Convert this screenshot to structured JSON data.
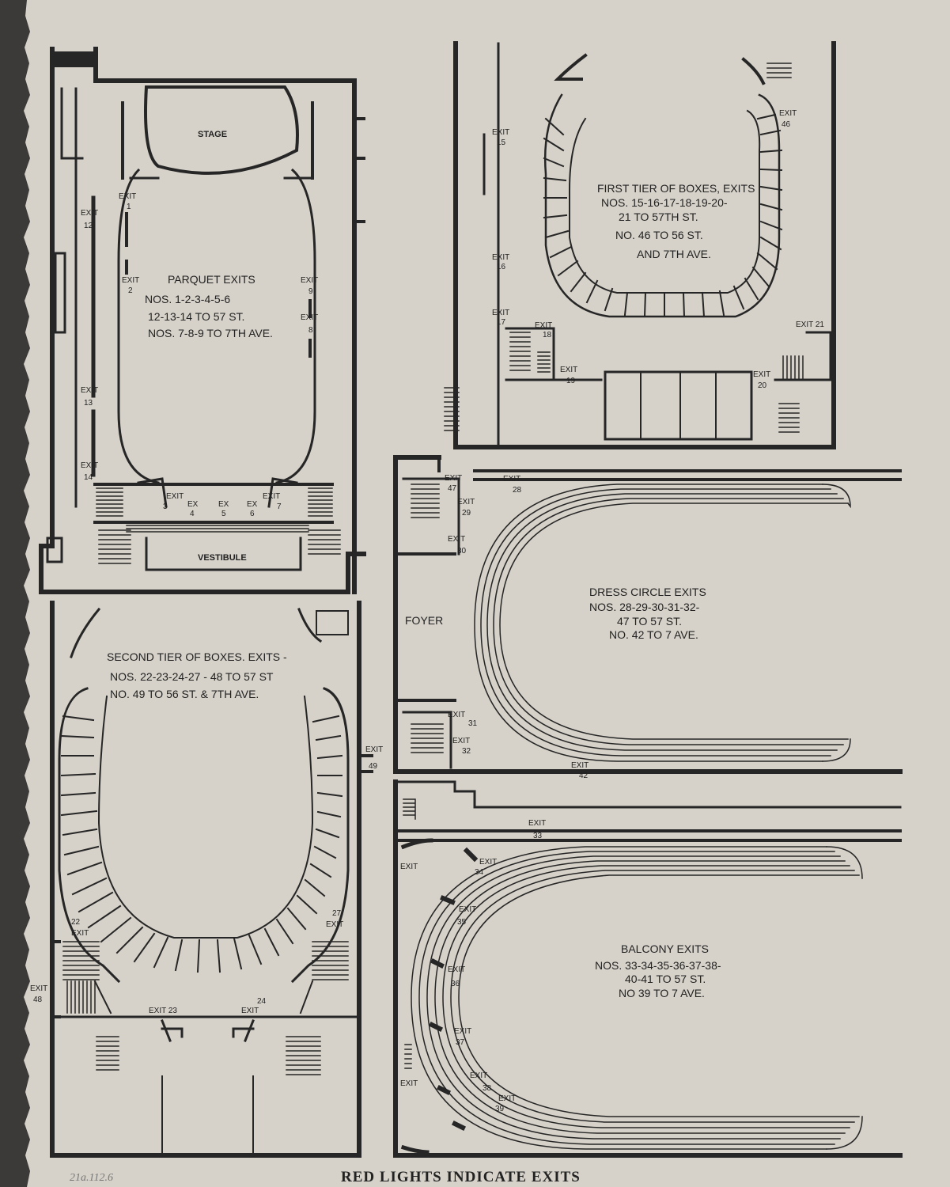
{
  "colors": {
    "paper": "#d6d2c9",
    "ink": "#262626",
    "background": "#3c3a38",
    "pencil": "#7a7a7a"
  },
  "footer": "RED LIGHTS INDICATE EXITS",
  "pencil_note": "21a.112.6",
  "parquet": {
    "stage": "STAGE",
    "vestibule": "VESTIBULE",
    "caption": [
      "PARQUET EXITS",
      "NOS. 1-2-3-4-5-6",
      "12-13-14 TO 57 ST.",
      "NOS. 7-8-9 TO 7TH AVE."
    ],
    "exits": {
      "e1": [
        "EXIT",
        "1"
      ],
      "e2": [
        "EXIT",
        "2"
      ],
      "e12": [
        "EXIT",
        "12"
      ],
      "e13": [
        "EXIT",
        "13"
      ],
      "e14": [
        "EXIT",
        "14"
      ],
      "e9": [
        "EXIT",
        "9"
      ],
      "e8": [
        "EXIT",
        "8"
      ],
      "e3": [
        "EXIT",
        "3"
      ],
      "e4": [
        "EX",
        "4"
      ],
      "e5": [
        "EX",
        "5"
      ],
      "e6": [
        "EX",
        "6"
      ],
      "e7": [
        "EXIT",
        "7"
      ]
    }
  },
  "first_tier": {
    "caption": [
      "FIRST TIER OF BOXES, EXITS",
      "NOS. 15-16-17-18-19-20-",
      "21 TO 57TH ST.",
      "NO. 46 TO 56 ST.",
      "AND 7TH AVE."
    ],
    "exits": {
      "e15": [
        "EXIT",
        "15"
      ],
      "e16": [
        "EXIT",
        "16"
      ],
      "e17": [
        "EXIT",
        "17"
      ],
      "e18": [
        "EXIT",
        "18"
      ],
      "e19": [
        "EXIT",
        "19"
      ],
      "e20": [
        "EXIT",
        "20"
      ],
      "e21": "EXIT 21",
      "e46": [
        "EXIT",
        "46"
      ]
    }
  },
  "dress_circle": {
    "foyer": "FOYER",
    "caption": [
      "DRESS CIRCLE EXITS",
      "NOS. 28-29-30-31-32-",
      "47 TO 57 ST.",
      "NO. 42 TO 7 AVE."
    ],
    "exits": {
      "e47": [
        "EXIT",
        "47"
      ],
      "e28": [
        "EXIT",
        "28"
      ],
      "e29": [
        "EXIT",
        "29"
      ],
      "e30": [
        "EXIT",
        "30"
      ],
      "e31": [
        "EXIT",
        "31"
      ],
      "e32": [
        "EXIT",
        "32"
      ],
      "e42": [
        "EXIT",
        "42"
      ]
    }
  },
  "second_tier": {
    "caption": [
      "SECOND TIER OF BOXES. EXITS -",
      "NOS. 22-23-24-27 - 48 TO 57 ST",
      "NO. 49 TO 56 ST. & 7TH AVE."
    ],
    "exits": {
      "e49": [
        "EXIT",
        "49"
      ],
      "e22": [
        "22",
        "EXIT"
      ],
      "e27": [
        "27",
        "EXIT"
      ],
      "e48": [
        "EXIT",
        "48"
      ],
      "e23": "EXIT 23",
      "e24": [
        "24",
        "EXIT"
      ]
    }
  },
  "balcony": {
    "caption": [
      "BALCONY EXITS",
      "NOS. 33-34-35-36-37-38-",
      "40-41 TO 57 ST.",
      "NO 39 TO 7 AVE."
    ],
    "exits": {
      "e33": [
        "EXIT",
        "33"
      ],
      "e34": [
        "EXIT",
        "34"
      ],
      "e35": [
        "EXIT",
        "35"
      ],
      "e36": [
        "EXIT",
        "36"
      ],
      "e37": [
        "EXIT",
        "37"
      ],
      "e38": [
        "EXIT",
        "38"
      ],
      "e39": [
        "EXIT",
        "39"
      ],
      "left_top": "EXIT",
      "left_bottom": "EXIT"
    }
  }
}
